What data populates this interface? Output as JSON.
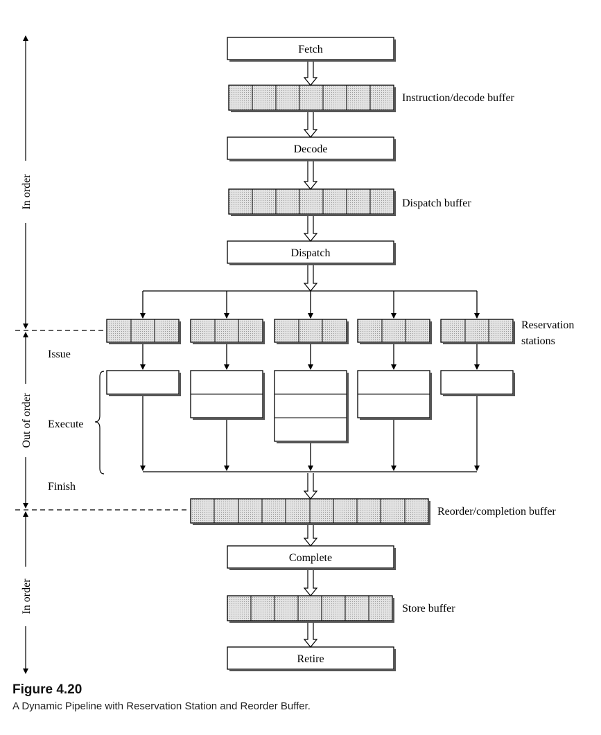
{
  "stages": {
    "fetch": "Fetch",
    "decode": "Decode",
    "dispatch": "Dispatch",
    "complete": "Complete",
    "retire": "Retire"
  },
  "buffers": {
    "instruction_decode": "Instruction/decode buffer",
    "dispatch": "Dispatch buffer",
    "reservation_line1": "Reservation",
    "reservation_line2": "stations",
    "reorder_completion": "Reorder/completion buffer",
    "store": "Store buffer"
  },
  "phases": {
    "issue": "Issue",
    "execute": "Execute",
    "finish": "Finish"
  },
  "order_labels": {
    "top": "In order",
    "middle": "Out of order",
    "bottom": "In order"
  },
  "caption": {
    "title": "Figure 4.20",
    "text": "A Dynamic Pipeline with Reservation Station and Reorder Buffer."
  }
}
